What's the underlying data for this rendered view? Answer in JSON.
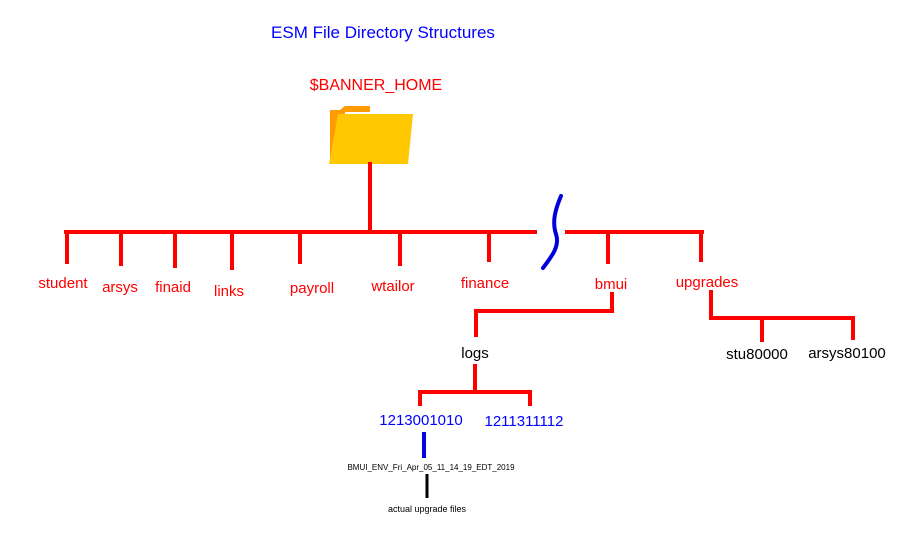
{
  "title": "ESM File Directory Structures",
  "root": {
    "label": "$BANNER_HOME",
    "icon": "folder-icon"
  },
  "directories": [
    "student",
    "arsys",
    "finaid",
    "links",
    "payroll",
    "wtailor",
    "finance",
    "bmui",
    "upgrades"
  ],
  "bmui_children": {
    "logs": "logs",
    "log_folders": [
      "1213001010",
      "1211311112"
    ]
  },
  "log_entry": "BMUI_ENV_Fri_Apr_05_11_14_19_EDT_2019",
  "log_entry_contents": "actual upgrade files",
  "upgrades_children": [
    "stu80000",
    "arsys80100"
  ],
  "colors": {
    "title": "#0000ff",
    "tree_line": "#ff0000",
    "label_red": "#ff0000",
    "label_blue": "#0000ff",
    "label_black": "#000000",
    "break_mark": "#0000dd",
    "folder_body": "#ffc800",
    "folder_tab": "#ff9a00"
  }
}
